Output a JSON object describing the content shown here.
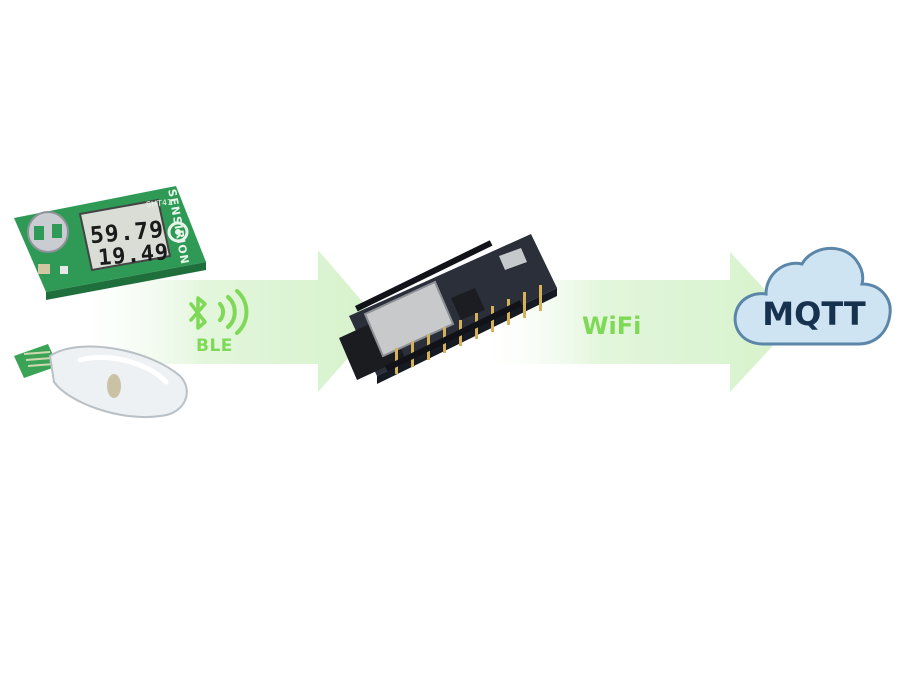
{
  "sensor_board": {
    "display_line1": "59.79",
    "display_line2": "19.49",
    "model": "SHT41",
    "brand": "SENSIRION"
  },
  "links": {
    "ble_label": "BLE",
    "wifi_label": "WiFi"
  },
  "cloud": {
    "label": "MQTT"
  },
  "colors": {
    "arrow_fill": "#e3f6dc",
    "accent_green": "#7ed957",
    "cloud_fill": "#cfe4f2",
    "cloud_stroke": "#5b86a8",
    "cloud_text": "#16324f",
    "pcb_green": "#2e9a55",
    "board_dark": "#2a2f3a"
  },
  "icons": {
    "bluetooth": "bluetooth-icon",
    "signal": "wireless-signal-icon"
  }
}
